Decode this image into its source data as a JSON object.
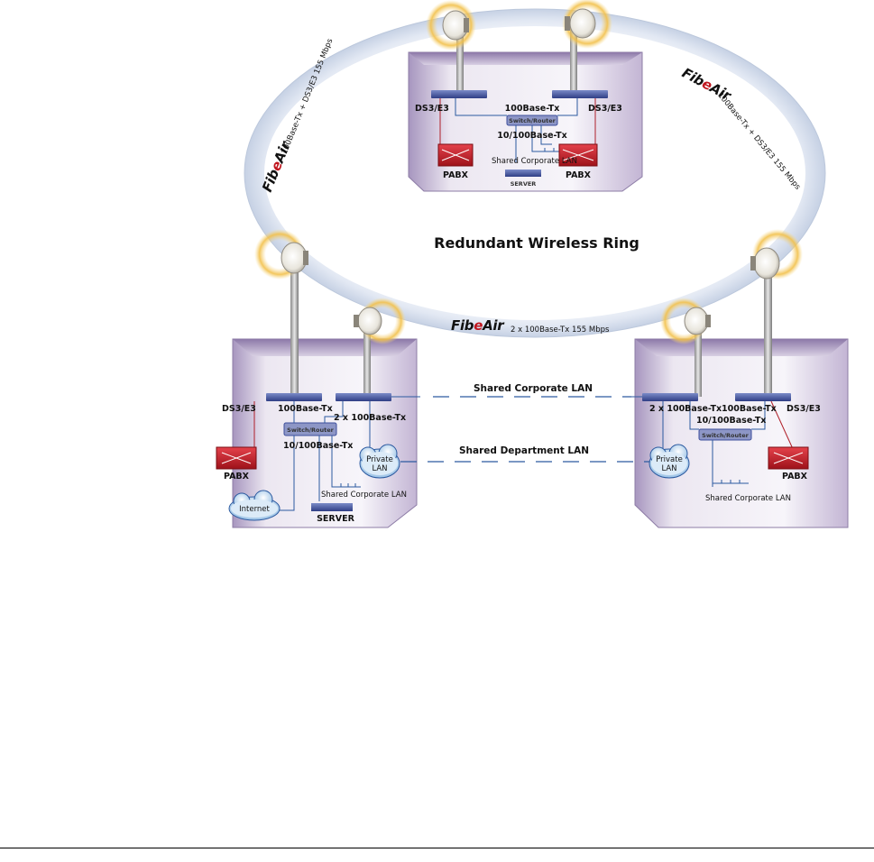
{
  "diagram": {
    "ring_title": "Redundant Wireless Ring",
    "brand": {
      "pre": "Fib",
      "mid": "e",
      "post": "Air"
    },
    "links": {
      "left": "100Base-Tx + DS3/E3 155 Mbps",
      "right": "100Base-Tx + DS3/E3 155 Mbps",
      "bottom": "2 x 100Base-Tx 155 Mbps"
    },
    "top_site": {
      "ds3_left": "DS3/E3",
      "ds3_right": "DS3/E3",
      "fe": "100Base-Tx",
      "switch": "Switch/Router",
      "sw_ports": "10/100Base-Tx",
      "lan": "Shared Corporate LAN",
      "pabx_left": "PABX",
      "pabx_right": "PABX",
      "server": "SERVER"
    },
    "left_site": {
      "ds3": "DS3/E3",
      "fe": "100Base-Tx",
      "dual_fe": "2 x 100Base-Tx",
      "switch": "Switch/Router",
      "sw_ports": "10/100Base-Tx",
      "pabx": "PABX",
      "private_lan": [
        "Private",
        "LAN"
      ],
      "internet": "Internet",
      "lan": "Shared Corporate LAN",
      "server": "SERVER"
    },
    "right_site": {
      "ds3": "DS3/E3",
      "fe": "100Base-Tx",
      "dual_fe": "2 x 100Base-Tx",
      "switch": "Switch/Router",
      "sw_ports": "10/100Base-Tx",
      "pabx": "PABX",
      "private_lan": [
        "Private",
        "LAN"
      ],
      "lan": "Shared Corporate LAN"
    },
    "shared_corporate_lan": "Shared Corporate LAN",
    "shared_department_lan": "Shared Department LAN"
  },
  "colors": {
    "ring": "#dfe6f1",
    "building": "#c9bcd6",
    "device": "#3d4f9c",
    "pabx": "#c0161f",
    "cable_blue": "#2c5aa0",
    "cable_red": "#b0202a",
    "cloud": "#7fb0dc"
  }
}
